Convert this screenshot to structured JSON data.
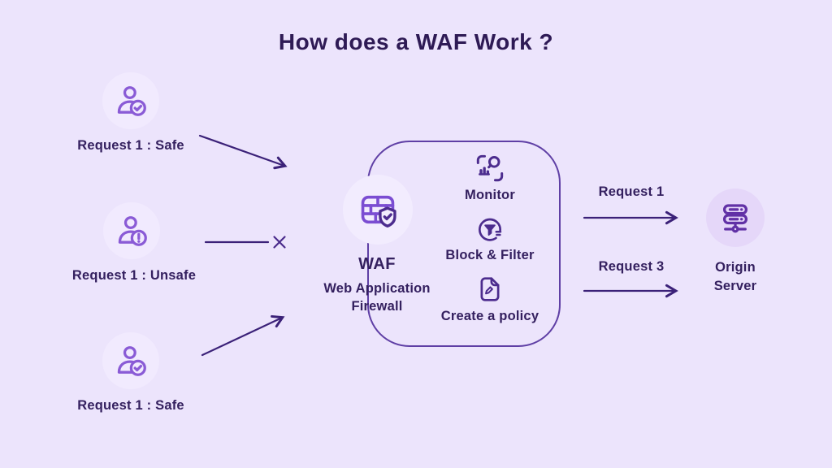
{
  "title": "How does a WAF Work ?",
  "colors": {
    "background": "#ECE4FC",
    "user_circle": "#F1EAFE",
    "waf_circle": "#F2ECFE",
    "origin_circle": "#E5D7F9",
    "text_dark": "#34205F",
    "arrow": "#3B2178",
    "box_border": "#5F3FA5",
    "user_icon_stroke": "#8A5BD6",
    "feature_icon_stroke": "#4C2C8E",
    "firewall_stroke": "#7B4DD2",
    "server_stroke": "#6131A6"
  },
  "left_requests": [
    {
      "label": "Request 1 : Safe",
      "status": "safe",
      "icon": "user-check-icon"
    },
    {
      "label": "Request 1 : Unsafe",
      "status": "unsafe",
      "icon": "user-alert-icon"
    },
    {
      "label": "Request 1 : Safe",
      "status": "safe",
      "icon": "user-check-icon"
    }
  ],
  "waf": {
    "acronym": "WAF",
    "full_name": "Web Application Firewall",
    "icon": "firewall-shield-icon"
  },
  "waf_functions": [
    {
      "label": "Monitor",
      "icon": "monitor-icon"
    },
    {
      "label": "Block & Filter",
      "icon": "filter-icon"
    },
    {
      "label": "Create a policy",
      "icon": "policy-document-icon"
    }
  ],
  "forwarded_requests": [
    {
      "label": "Request 1"
    },
    {
      "label": "Request 3"
    }
  ],
  "origin_server": {
    "label": "Origin Server",
    "icon": "server-icon"
  }
}
